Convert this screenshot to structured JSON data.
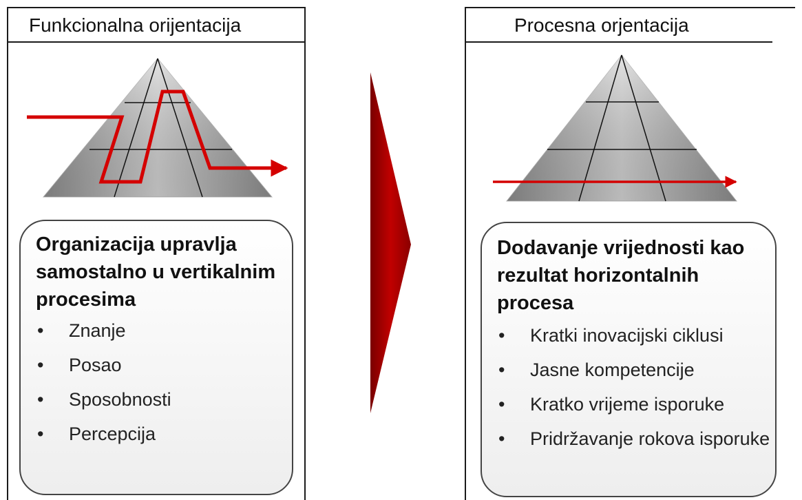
{
  "left": {
    "title": "Funkcionalna orijentacija",
    "heading": "Organizacija upravlja samostalno u vertikalnim procesima",
    "items": [
      "Znanje",
      "Posao",
      "Sposobnosti",
      "Percepcija"
    ]
  },
  "right": {
    "title": "Procesna orjentacija",
    "heading": "Dodavanje vrijednosti kao rezultat horizontalnih procesa",
    "items": [
      "Kratki inovacijski ciklusi",
      "Jasne kompetencije",
      "Kratko vrijeme isporuke",
      "Pridržavanje rokova isporuke"
    ]
  },
  "bullet_glyph": "•",
  "colors": {
    "arrow": "#c00000",
    "flow_line": "#d40000",
    "pyramid": "#a8a8a8"
  }
}
